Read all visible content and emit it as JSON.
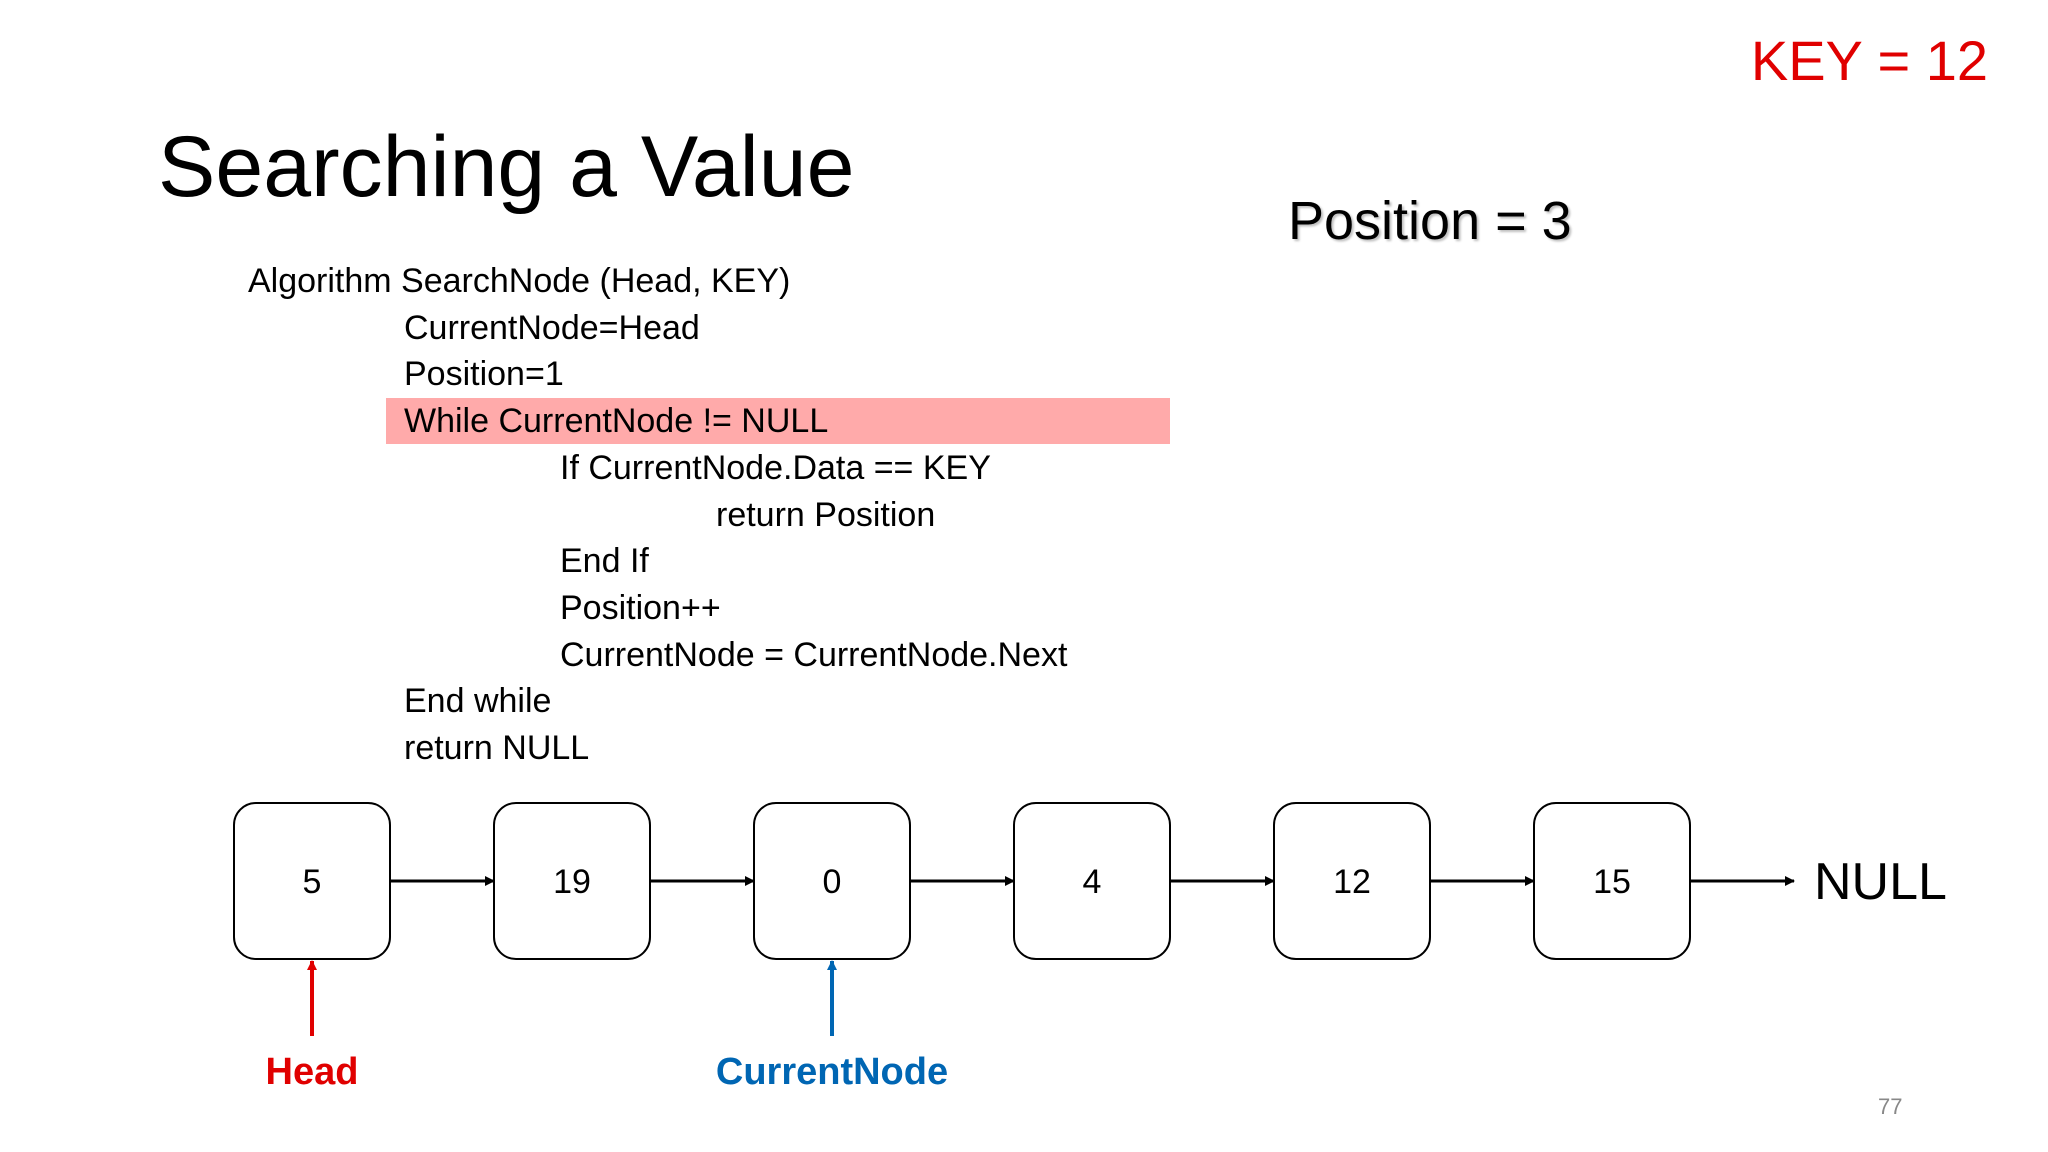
{
  "slide": {
    "title": "Searching a Value",
    "key_label": "KEY = 12",
    "position_label": "Position = 3",
    "page_number": "77"
  },
  "algorithm": {
    "lines": [
      {
        "text": "Algorithm SearchNode (Head, KEY)",
        "indent": 0,
        "highlighted": false
      },
      {
        "text": "CurrentNode=Head",
        "indent": 1,
        "highlighted": false
      },
      {
        "text": "Position=1",
        "indent": 1,
        "highlighted": false
      },
      {
        "text": "While CurrentNode != NULL",
        "indent": 1,
        "highlighted": true
      },
      {
        "text": "If CurrentNode.Data == KEY",
        "indent": 2,
        "highlighted": false
      },
      {
        "text": "return Position",
        "indent": 3,
        "highlighted": false
      },
      {
        "text": "End If",
        "indent": 2,
        "highlighted": false
      },
      {
        "text": "Position++",
        "indent": 2,
        "highlighted": false
      },
      {
        "text": "CurrentNode = CurrentNode.Next",
        "indent": 2,
        "highlighted": false
      },
      {
        "text": "End while",
        "indent": 1,
        "highlighted": false
      },
      {
        "text": "return NULL",
        "indent": 1,
        "highlighted": false
      }
    ]
  },
  "linked_list": {
    "nodes": [
      "5",
      "19",
      "0",
      "4",
      "12",
      "15"
    ],
    "terminal_label": "NULL",
    "pointers": [
      {
        "label": "Head",
        "node_index": 0,
        "color": "#e00000"
      },
      {
        "label": "CurrentNode",
        "node_index": 2,
        "color": "#0066b3"
      }
    ]
  },
  "colors": {
    "key": "#e00000",
    "highlight": "#ffaaaa",
    "head_pointer": "#e00000",
    "current_pointer": "#0066b3"
  }
}
